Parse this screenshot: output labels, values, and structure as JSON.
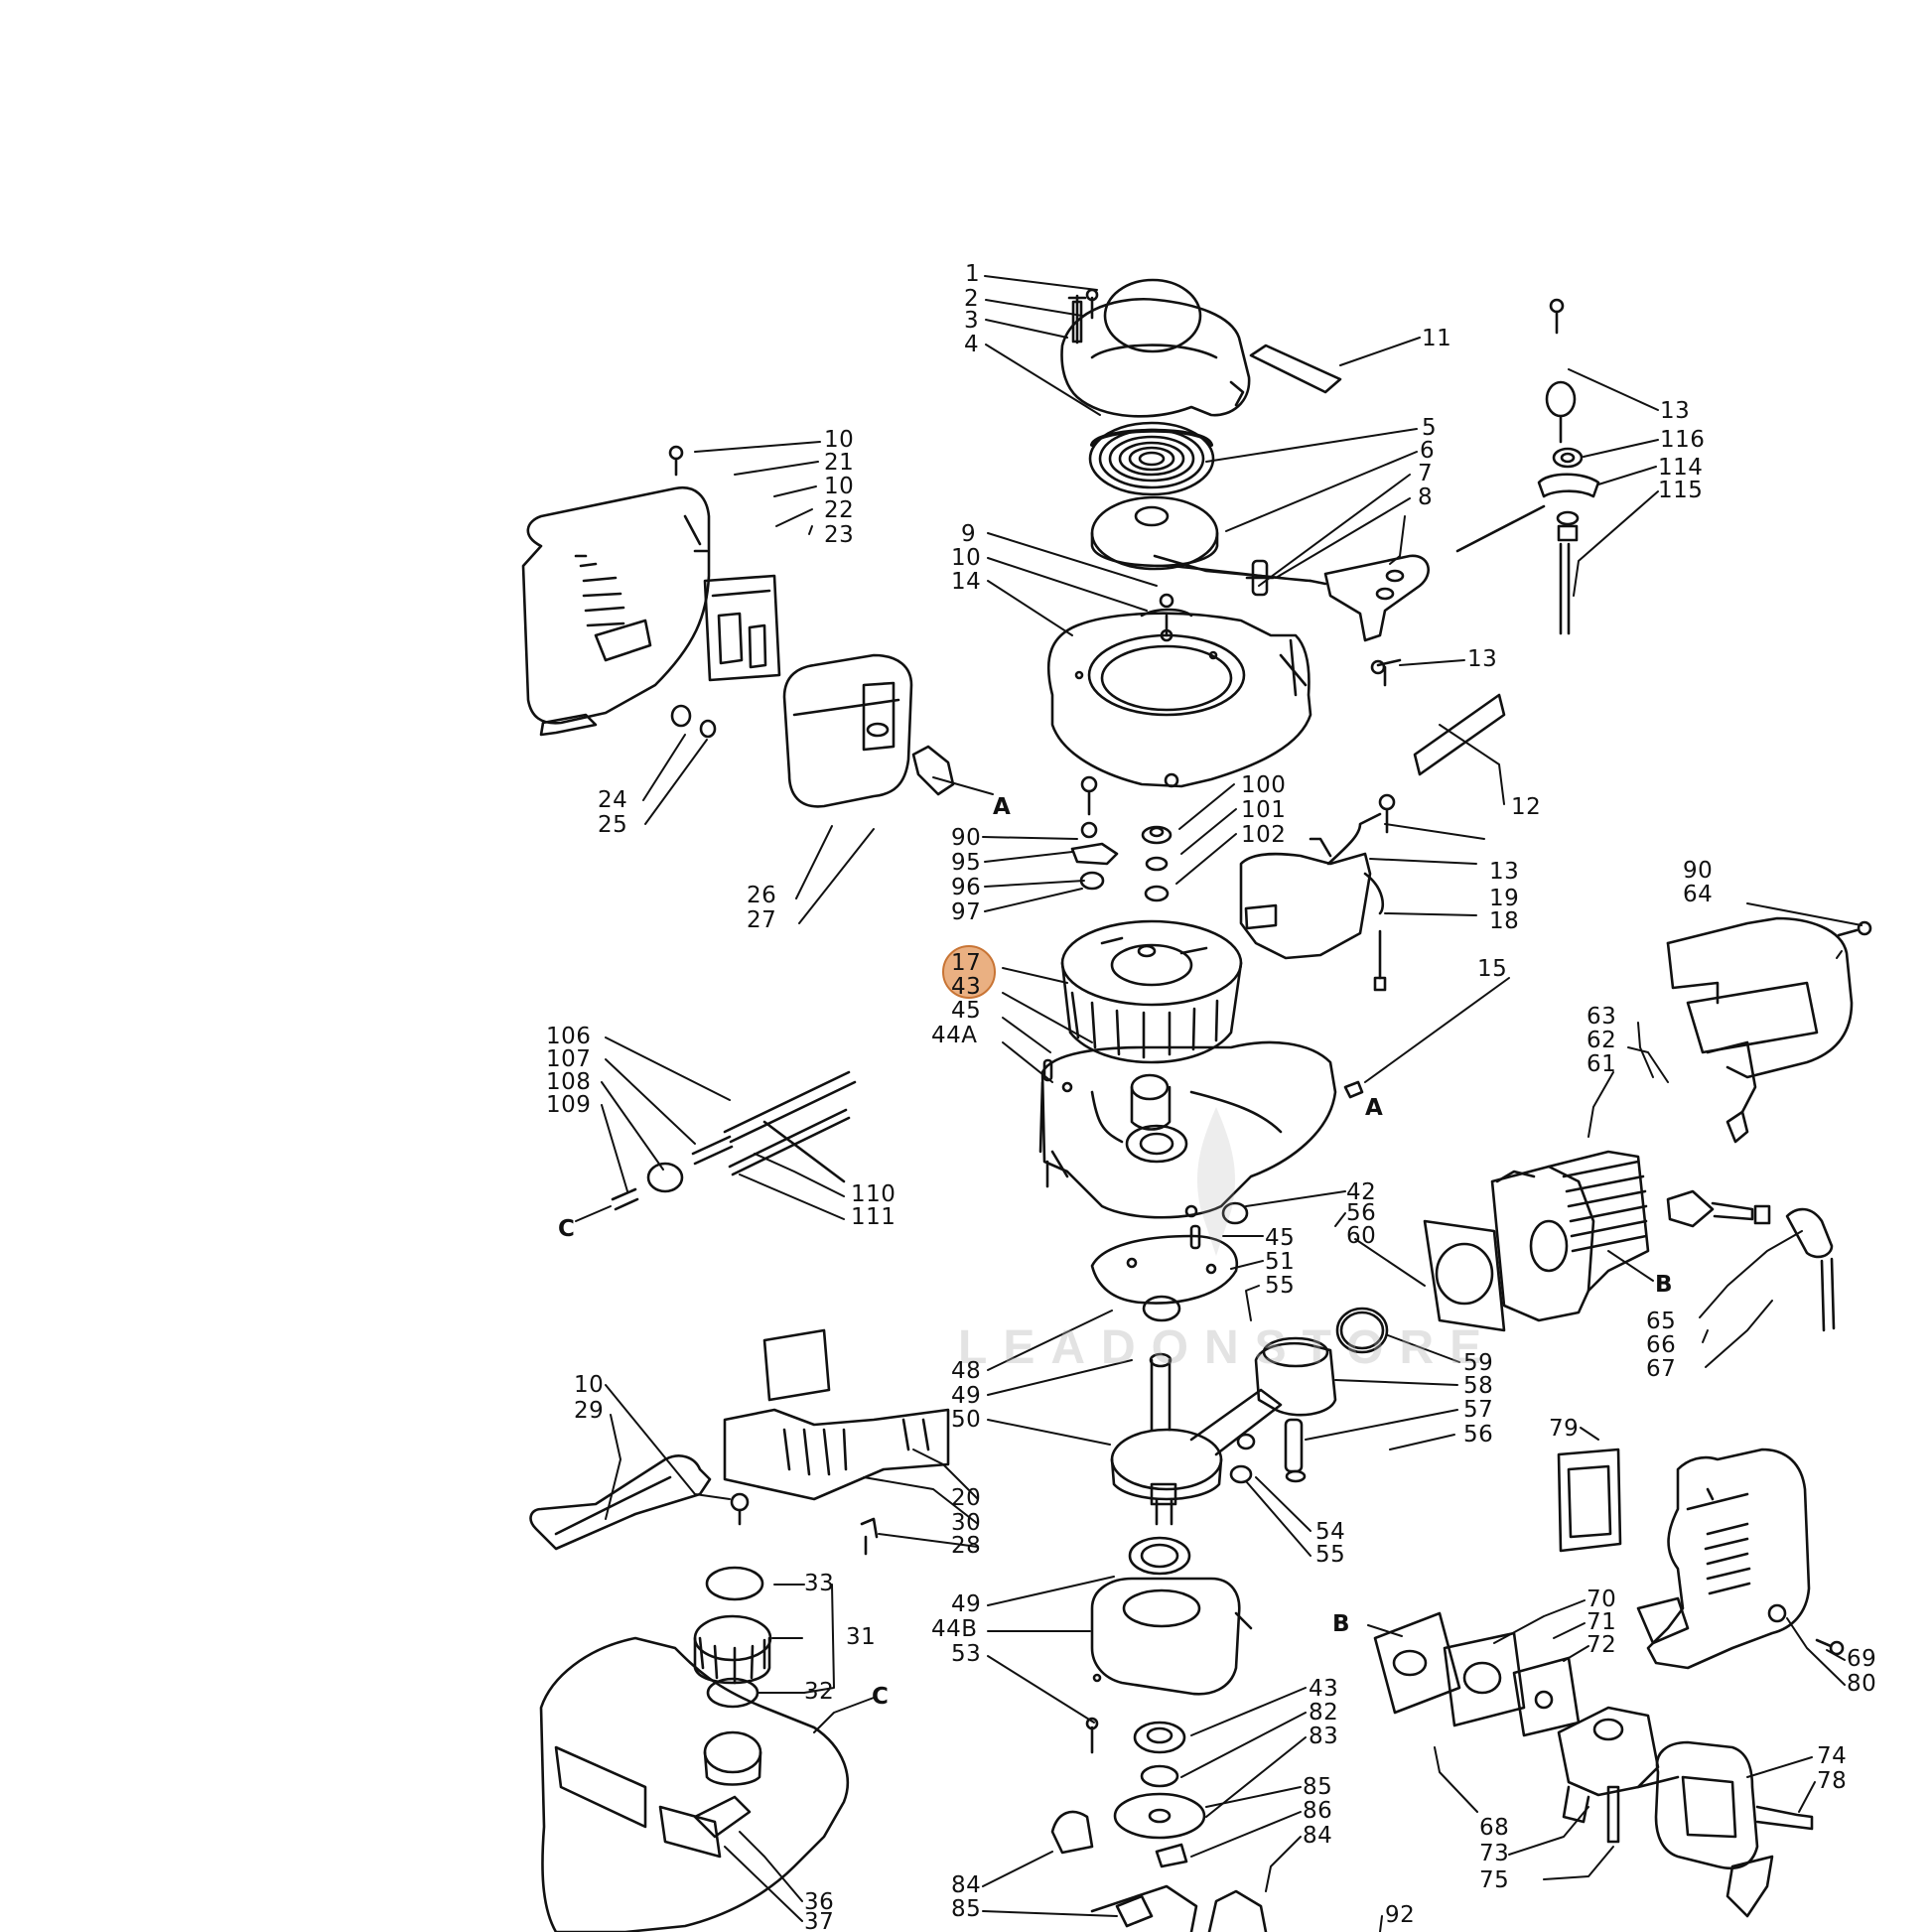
{
  "watermark": "LEADONSTORE",
  "highlight_color": "#e29252",
  "line_color": "#111111",
  "callouts": [
    {
      "id": "c-1",
      "text": "1"
    },
    {
      "id": "c-2",
      "text": "2"
    },
    {
      "id": "c-3",
      "text": "3"
    },
    {
      "id": "c-4",
      "text": "4"
    },
    {
      "id": "c-11",
      "text": "11"
    },
    {
      "id": "c-5",
      "text": "5"
    },
    {
      "id": "c-6",
      "text": "6"
    },
    {
      "id": "c-7",
      "text": "7"
    },
    {
      "id": "c-8",
      "text": "8"
    },
    {
      "id": "c-9",
      "text": "9"
    },
    {
      "id": "c-10a",
      "text": "10"
    },
    {
      "id": "c-14",
      "text": "14"
    },
    {
      "id": "c-13a",
      "text": "13"
    },
    {
      "id": "c-116",
      "text": "116"
    },
    {
      "id": "c-114",
      "text": "114"
    },
    {
      "id": "c-115",
      "text": "115"
    },
    {
      "id": "c-10b",
      "text": "10"
    },
    {
      "id": "c-21",
      "text": "21"
    },
    {
      "id": "c-10c",
      "text": "10"
    },
    {
      "id": "c-22",
      "text": "22"
    },
    {
      "id": "c-23",
      "text": "23"
    },
    {
      "id": "c-13b",
      "text": "13"
    },
    {
      "id": "c-12",
      "text": "12"
    },
    {
      "id": "c-24",
      "text": "24"
    },
    {
      "id": "c-25",
      "text": "25"
    },
    {
      "id": "c-A1",
      "text": "A"
    },
    {
      "id": "c-100",
      "text": "100"
    },
    {
      "id": "c-101",
      "text": "101"
    },
    {
      "id": "c-102",
      "text": "102"
    },
    {
      "id": "c-90a",
      "text": "90"
    },
    {
      "id": "c-95",
      "text": "95"
    },
    {
      "id": "c-96",
      "text": "96"
    },
    {
      "id": "c-97",
      "text": "97"
    },
    {
      "id": "c-26",
      "text": "26"
    },
    {
      "id": "c-27",
      "text": "27"
    },
    {
      "id": "c-13c",
      "text": "13"
    },
    {
      "id": "c-19",
      "text": "19"
    },
    {
      "id": "c-18",
      "text": "18"
    },
    {
      "id": "c-90b",
      "text": "90"
    },
    {
      "id": "c-64",
      "text": "64"
    },
    {
      "id": "c-17",
      "text": "17"
    },
    {
      "id": "c-43a",
      "text": "43"
    },
    {
      "id": "c-45a",
      "text": "45"
    },
    {
      "id": "c-44A",
      "text": "44A"
    },
    {
      "id": "c-15",
      "text": "15"
    },
    {
      "id": "c-63",
      "text": "63"
    },
    {
      "id": "c-62",
      "text": "62"
    },
    {
      "id": "c-61",
      "text": "61"
    },
    {
      "id": "c-106",
      "text": "106"
    },
    {
      "id": "c-107",
      "text": "107"
    },
    {
      "id": "c-108",
      "text": "108"
    },
    {
      "id": "c-109",
      "text": "109"
    },
    {
      "id": "c-A2",
      "text": "A"
    },
    {
      "id": "c-C1",
      "text": "C"
    },
    {
      "id": "c-110",
      "text": "110"
    },
    {
      "id": "c-111",
      "text": "111"
    },
    {
      "id": "c-42",
      "text": "42"
    },
    {
      "id": "c-56a",
      "text": "56"
    },
    {
      "id": "c-60",
      "text": "60"
    },
    {
      "id": "c-45b",
      "text": "45"
    },
    {
      "id": "c-51",
      "text": "51"
    },
    {
      "id": "c-55a",
      "text": "55"
    },
    {
      "id": "c-B1",
      "text": "B"
    },
    {
      "id": "c-65",
      "text": "65"
    },
    {
      "id": "c-66",
      "text": "66"
    },
    {
      "id": "c-67",
      "text": "67"
    },
    {
      "id": "c-48",
      "text": "48"
    },
    {
      "id": "c-49a",
      "text": "49"
    },
    {
      "id": "c-50",
      "text": "50"
    },
    {
      "id": "c-59",
      "text": "59"
    },
    {
      "id": "c-58",
      "text": "58"
    },
    {
      "id": "c-57",
      "text": "57"
    },
    {
      "id": "c-56b",
      "text": "56"
    },
    {
      "id": "c-10d",
      "text": "10"
    },
    {
      "id": "c-29",
      "text": "29"
    },
    {
      "id": "c-20",
      "text": "20"
    },
    {
      "id": "c-30",
      "text": "30"
    },
    {
      "id": "c-28",
      "text": "28"
    },
    {
      "id": "c-79",
      "text": "79"
    },
    {
      "id": "c-54",
      "text": "54"
    },
    {
      "id": "c-55b",
      "text": "55"
    },
    {
      "id": "c-33",
      "text": "33"
    },
    {
      "id": "c-31",
      "text": "31"
    },
    {
      "id": "c-32",
      "text": "32"
    },
    {
      "id": "c-C2",
      "text": "C"
    },
    {
      "id": "c-49b",
      "text": "49"
    },
    {
      "id": "c-44B",
      "text": "44B"
    },
    {
      "id": "c-53",
      "text": "53"
    },
    {
      "id": "c-B2",
      "text": "B"
    },
    {
      "id": "c-70",
      "text": "70"
    },
    {
      "id": "c-71",
      "text": "71"
    },
    {
      "id": "c-72",
      "text": "72"
    },
    {
      "id": "c-69",
      "text": "69"
    },
    {
      "id": "c-80",
      "text": "80"
    },
    {
      "id": "c-43b",
      "text": "43"
    },
    {
      "id": "c-82",
      "text": "82"
    },
    {
      "id": "c-83",
      "text": "83"
    },
    {
      "id": "c-85a",
      "text": "85"
    },
    {
      "id": "c-86",
      "text": "86"
    },
    {
      "id": "c-84a",
      "text": "84"
    },
    {
      "id": "c-74",
      "text": "74"
    },
    {
      "id": "c-78",
      "text": "78"
    },
    {
      "id": "c-68",
      "text": "68"
    },
    {
      "id": "c-73",
      "text": "73"
    },
    {
      "id": "c-75",
      "text": "75"
    },
    {
      "id": "c-36",
      "text": "36"
    },
    {
      "id": "c-37",
      "text": "37"
    },
    {
      "id": "c-84b",
      "text": "84"
    },
    {
      "id": "c-85b",
      "text": "85"
    },
    {
      "id": "c-92",
      "text": "92"
    }
  ]
}
